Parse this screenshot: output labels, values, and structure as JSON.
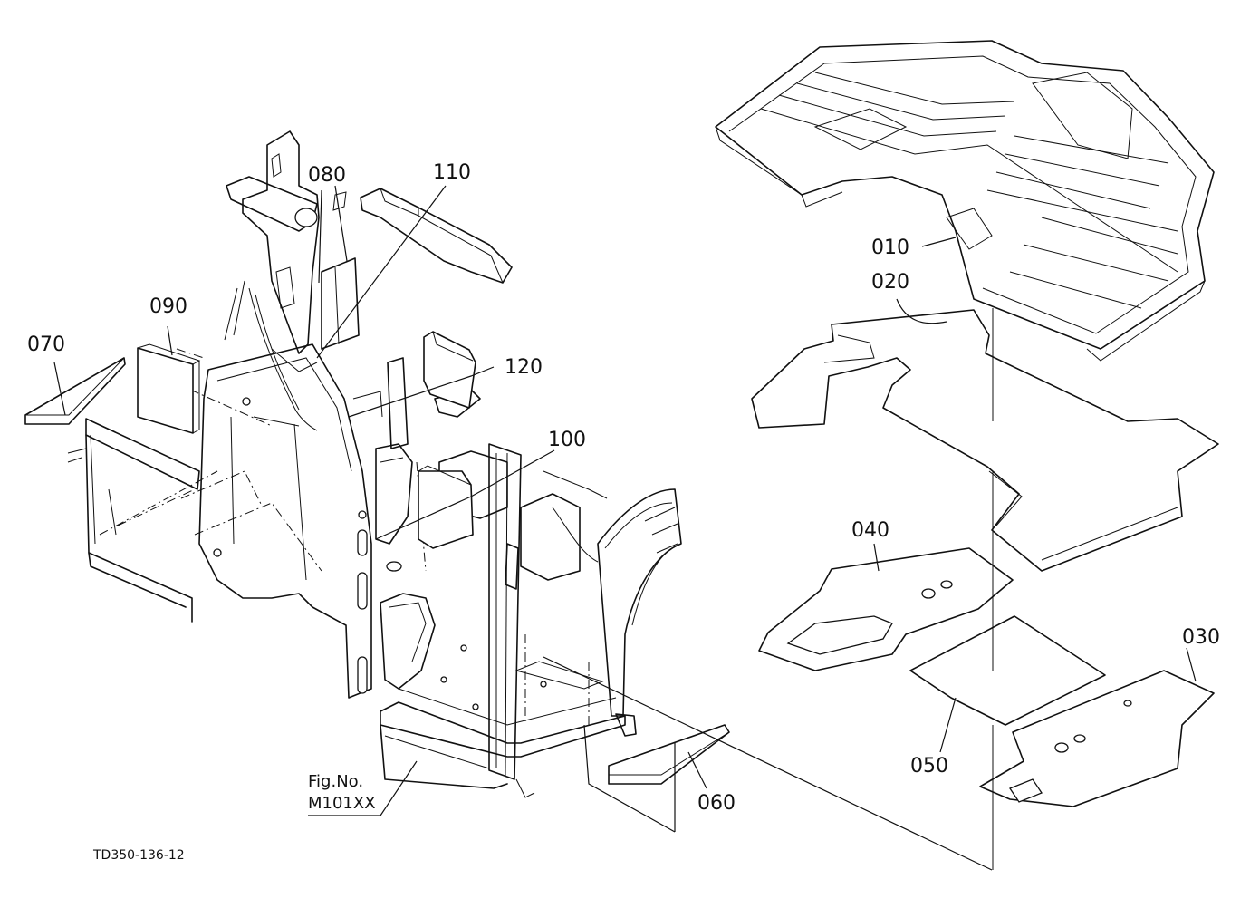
{
  "callouts": {
    "p010": "010",
    "p020": "020",
    "p030": "030",
    "p040": "040",
    "p050": "050",
    "p060": "060",
    "p070": "070",
    "p080": "080",
    "p090": "090",
    "p100": "100",
    "p110": "110",
    "p120": "120"
  },
  "figure_reference": {
    "label": "Fig.No.",
    "number": "M101XX"
  },
  "drawing_code": "TD350-136-12"
}
